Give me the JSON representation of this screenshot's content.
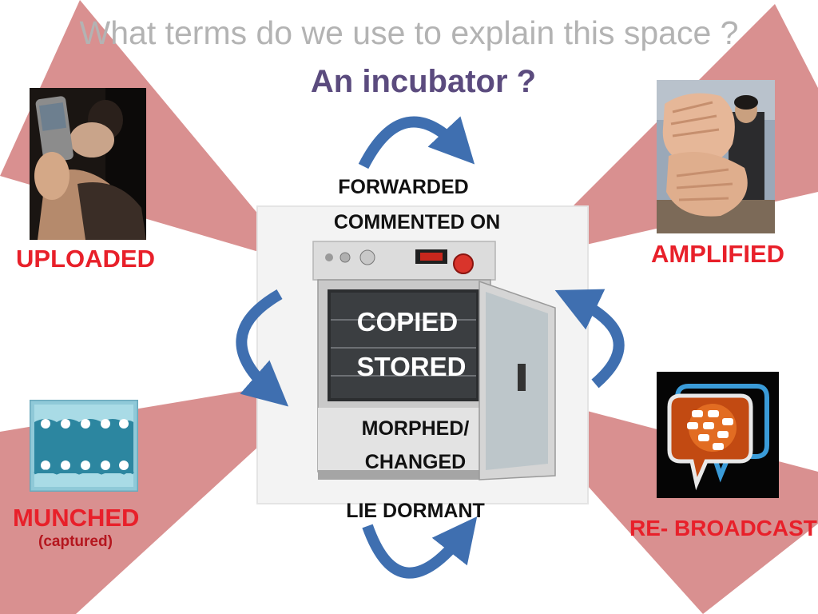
{
  "slide": {
    "question": "What terms do we use to explain this space ?",
    "subtitle": "An incubator ?",
    "process_terms": {
      "forwarded": "FORWARDED",
      "commented_on": "COMMENTED ON",
      "copied": "COPIED",
      "stored": "STORED",
      "morphed": "MORPHED/",
      "changed": "CHANGED",
      "lie_dormant": "LIE DORMANT"
    },
    "corner_labels": {
      "uploaded": "UPLOADED",
      "amplified": "AMPLIFIED",
      "munched": "MUNCHED",
      "munched_note": "(captured)",
      "rebroadcast": "RE- BROADCAST"
    },
    "icons": {
      "top_left": "phone-photo-icon",
      "top_right": "giant-hands-photo-icon",
      "bottom_left": "wave-teeth-icon",
      "bottom_right": "blackberry-messenger-icon",
      "center": "incubator-oven-icon"
    },
    "colors": {
      "pink_triangle": "#d99090",
      "arrow_blue": "#3f6fb0",
      "title_purple": "#5b4b7e",
      "label_red": "#e8202a",
      "question_gray": "#b3b3b3"
    }
  }
}
